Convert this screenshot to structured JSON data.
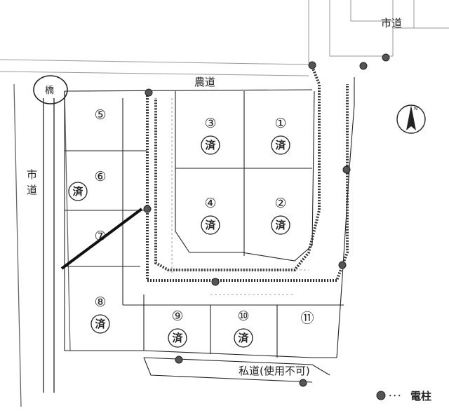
{
  "roads": {
    "city_road_left": "市\n道",
    "city_road_top": "市道",
    "farm_road": "農道",
    "private_road": "私道(使用不可)",
    "bridge": "橋"
  },
  "lots": [
    {
      "number": "①",
      "status": "済"
    },
    {
      "number": "②",
      "status": "済"
    },
    {
      "number": "③",
      "status": "済"
    },
    {
      "number": "④",
      "status": "済"
    },
    {
      "number": "⑤",
      "status": ""
    },
    {
      "number": "⑥",
      "status": "済"
    },
    {
      "number": "⑦",
      "status": ""
    },
    {
      "number": "⑧",
      "status": "済"
    },
    {
      "number": "⑨",
      "status": "済"
    },
    {
      "number": "⑩",
      "status": "済"
    },
    {
      "number": "⑪",
      "status": ""
    }
  ],
  "legend": {
    "label": "電柱"
  },
  "compass": {
    "north": "N"
  },
  "colors": {
    "ink": "#222222",
    "pole": "#555555"
  }
}
